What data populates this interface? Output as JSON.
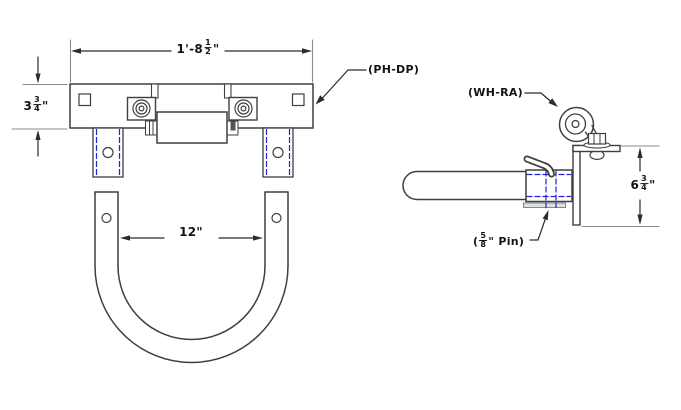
{
  "colors": {
    "background": "#ffffff",
    "object_line": "#3f3f3f",
    "hidden_line": "#2424cf",
    "dimension_line": "#2b2b2b",
    "extension_line": "#8a8a8a"
  },
  "front_view": {
    "width_dim": {
      "prefix": "1'-8",
      "num": "1",
      "den": "2",
      "suffix": "\""
    },
    "height_dim": {
      "prefix": "3",
      "num": "3",
      "den": "4",
      "suffix": "\""
    },
    "handle_inner_dim": "12\"",
    "bracket_callout": "(PH-DP)"
  },
  "side_view": {
    "wheel_callout": "(WH-RA)",
    "pin_callout": {
      "prefix": "(",
      "num": "5",
      "den": "8",
      "suffix": "\" Pin)"
    },
    "height_dim": {
      "prefix": "6",
      "num": "3",
      "den": "4",
      "suffix": "\""
    }
  }
}
